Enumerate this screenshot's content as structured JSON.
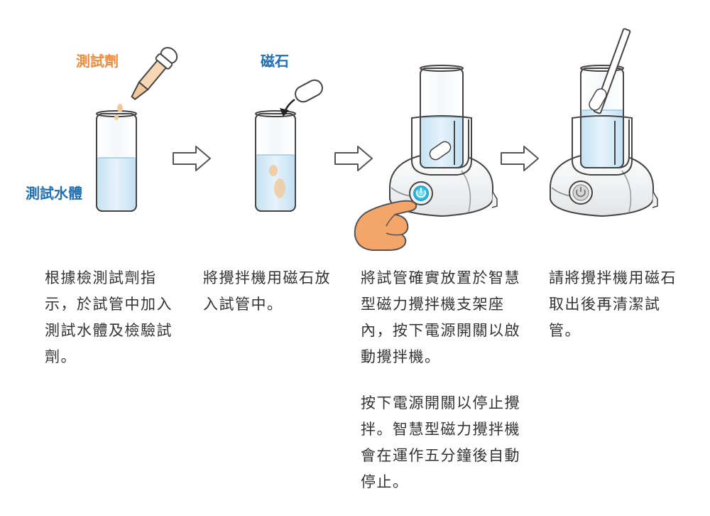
{
  "labels": {
    "reagent": "測試劑",
    "magnet": "磁石",
    "water_sample": "測試水體"
  },
  "steps": [
    {
      "text": "根據檢測試劑指示，於試管中加入測試水體及檢驗試劑。"
    },
    {
      "text": "將攪拌機用磁石放入試管中。"
    },
    {
      "text": "將試管確實放置於智慧型磁力攪拌機支架座內，按下電源開關以啟動攪拌機。",
      "note": "按下電源開關以停止攪拌。智慧型磁力攪拌機會在運作五分鐘後自動停止。"
    },
    {
      "text": "請將攪拌機用磁石取出後再清潔試管。"
    }
  ],
  "icons": [
    "dropper-icon",
    "test-tube-icon",
    "magnet-bar-icon",
    "stirrer-icon",
    "power-button-icon",
    "hand-pointer-icon",
    "arrow-right-icon"
  ],
  "colors": {
    "reagent_label": "#f08b3a",
    "water_label": "#1f6fb5",
    "water": "#cfe7f5",
    "reagent_drop": "#f1c89a",
    "power_glow": "#3ec7e8",
    "hand": "#f4a56a",
    "text": "#333333"
  }
}
